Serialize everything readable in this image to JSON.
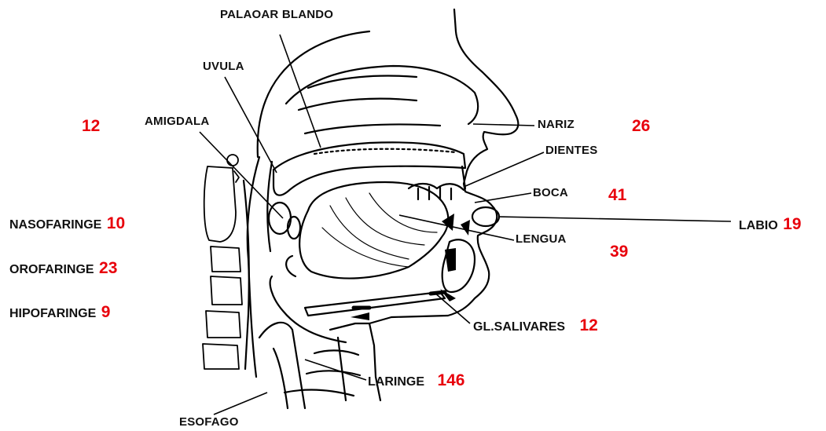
{
  "labels": {
    "palaoar_blando": "PALAOAR BLANDO",
    "uvula": "UVULA",
    "amigdala": "AMIGDALA",
    "nariz": "NARIZ",
    "dientes": "DIENTES",
    "boca": "BOCA",
    "lengua": "LENGUA",
    "labio": "LABIO",
    "gl_salivares": "GL.SALIVARES",
    "laringe": "LARINGE",
    "esofago": "ESOFAGO",
    "nasofaringe": "NASOFARINGE",
    "orofaringe": "OROFARINGE",
    "hipofaringe": "HIPOFARINGE"
  },
  "counts": {
    "amigdala": "12",
    "nariz": "26",
    "boca": "41",
    "lengua": "39",
    "labio": "19",
    "gl_salivares": "12",
    "laringe": "146",
    "nasofaringe": "10",
    "orofaringe": "23",
    "hipofaringe": "9"
  },
  "colors": {
    "count_color": "#e8000b",
    "label_color": "#111111",
    "line_color": "#000000"
  }
}
